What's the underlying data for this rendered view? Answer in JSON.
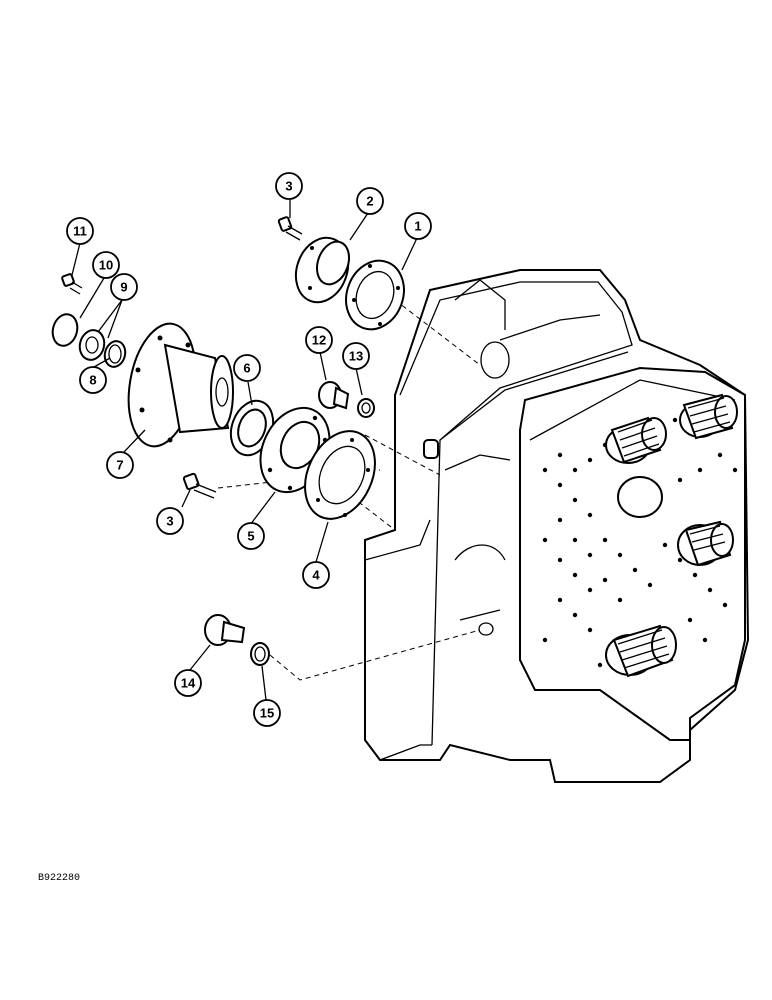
{
  "figure": {
    "reference_code": "B922280",
    "callouts": [
      "1",
      "2",
      "3",
      "4",
      "5",
      "6",
      "7",
      "8",
      "9",
      "10",
      "11",
      "12",
      "13",
      "14",
      "15"
    ]
  },
  "colors": {
    "ink": "#000000",
    "paper": "#ffffff"
  }
}
